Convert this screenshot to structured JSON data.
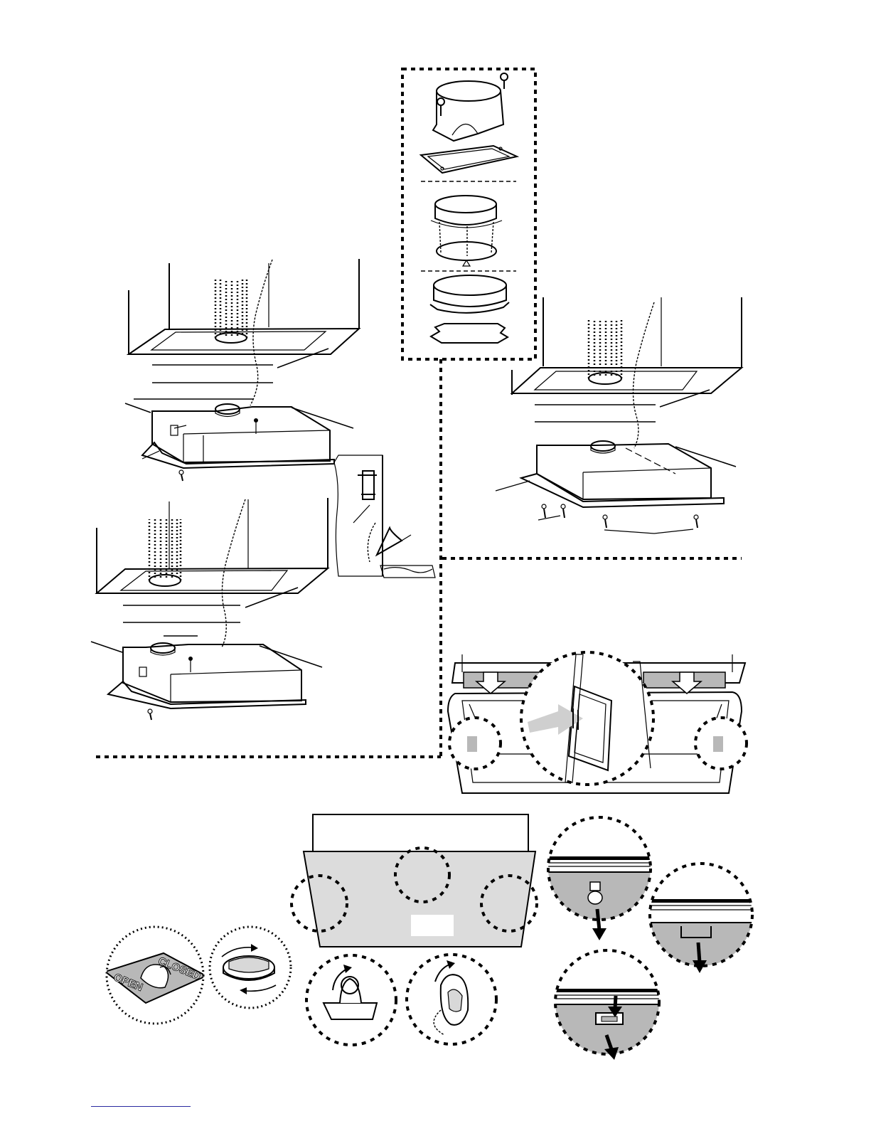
{
  "page": {
    "background": "#ffffff",
    "accent_grey": "#b8b8b8",
    "panel_grey": "#dcdcdc"
  },
  "collar_options_panel": {
    "items": [
      "rectangular-duct-adapter",
      "round-collar-with-tabs",
      "round-collar-snap-in"
    ]
  },
  "hood_diagrams": [
    "hood-mount-top-left",
    "hood-mount-mid-left",
    "hood-mount-right",
    "mounting-clip-detail"
  ],
  "filter_install": {
    "detail_circles": [
      "left-catch",
      "center-latch",
      "right-catch"
    ]
  },
  "damper_label": {
    "open": "OPEN",
    "closed": "CLOSED"
  },
  "icons": [
    "screw-icon",
    "arrow-down-icon",
    "rotate-arrow-icon"
  ]
}
